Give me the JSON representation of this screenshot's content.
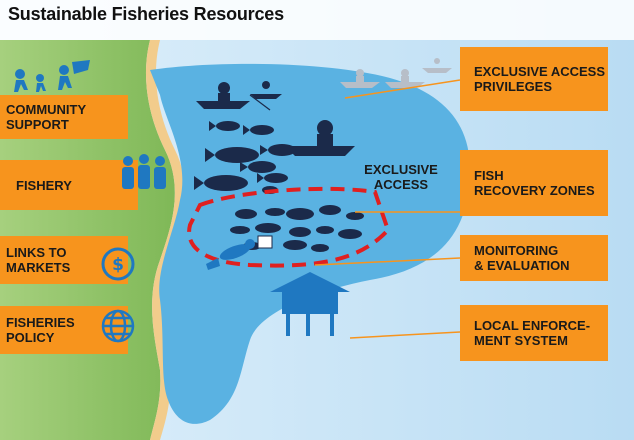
{
  "title": "Sustainable Fisheries Resources",
  "left_boxes": [
    {
      "label": "COMMUNITY\nSUPPORT",
      "icon": "community-run-icon"
    },
    {
      "label": "FISHERY",
      "icon": "people-group-icon"
    },
    {
      "label": "LINKS TO\nMARKETS",
      "icon": "dollar-coin-icon"
    },
    {
      "label": "FISHERIES\nPOLICY",
      "icon": "globe-policy-icon"
    }
  ],
  "right_boxes": [
    {
      "label": "EXCLUSIVE ACCESS\nPRIVILEGES"
    },
    {
      "label": "FISH\nRECOVERY ZONES"
    },
    {
      "label": "MONITORING\n& EVALUATION"
    },
    {
      "label": "LOCAL ENFORCE-\nMENT SYSTEM"
    }
  ],
  "zone_label": "EXCLUSIVE\nACCESS",
  "colors": {
    "orange": "#f7941d",
    "sea_light": "#c8e6f7",
    "sea_dark": "#5ab2e2",
    "land_green": "#8cc063",
    "sand": "#f2cc8c",
    "fish_navy": "#1b2a4a",
    "icon_blue": "#1f78c1",
    "zone_red": "#e02020"
  }
}
